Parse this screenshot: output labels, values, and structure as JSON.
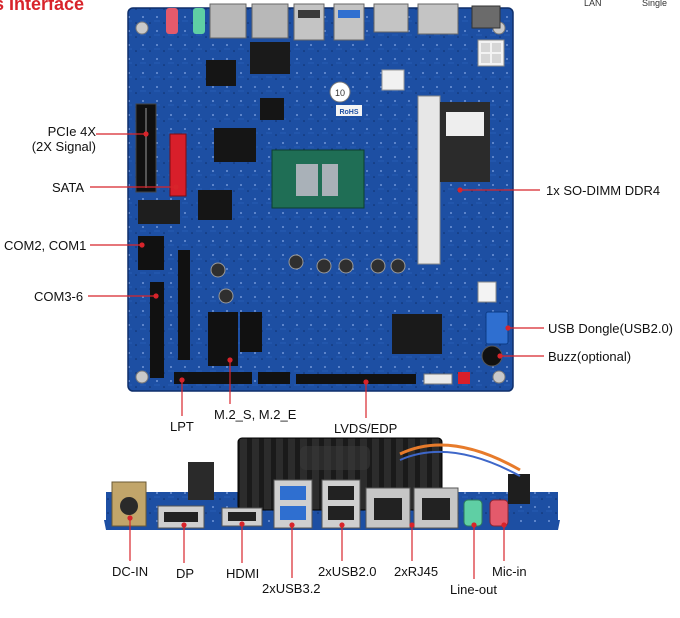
{
  "header": {
    "title": "s Interface",
    "corner_left": "LAN",
    "corner_right": "Single"
  },
  "colors": {
    "accent": "#d8242b",
    "leader_line": "#d8242b",
    "pcb_blue": "#1d4fa3",
    "heatsink": "#1c1c1c"
  },
  "board_top": {
    "badges": [
      "10",
      "RoHS"
    ],
    "labels_left": [
      {
        "id": "pcie",
        "lines": [
          "PCIe 4X",
          "(2X Signal)"
        ]
      },
      {
        "id": "sata",
        "lines": [
          "SATA"
        ]
      },
      {
        "id": "com21",
        "lines": [
          "COM2, COM1"
        ]
      },
      {
        "id": "com36",
        "lines": [
          "COM3-6"
        ]
      }
    ],
    "labels_right": [
      {
        "id": "sodimm",
        "text": "1x SO-DIMM DDR4"
      },
      {
        "id": "usbdongle",
        "text": "USB Dongle(USB2.0)"
      },
      {
        "id": "buzz",
        "text": "Buzz(optional)"
      }
    ],
    "labels_bottom": [
      {
        "id": "lpt",
        "text": "LPT"
      },
      {
        "id": "m2",
        "text": "M.2_S, M.2_E"
      },
      {
        "id": "lvds",
        "text": "LVDS/EDP"
      }
    ]
  },
  "board_io": {
    "labels": [
      {
        "id": "dcin",
        "text": "DC-IN"
      },
      {
        "id": "dp",
        "text": "DP"
      },
      {
        "id": "hdmi",
        "text": "HDMI"
      },
      {
        "id": "usb32",
        "text": "2xUSB3.2"
      },
      {
        "id": "usb20",
        "text": "2xUSB2.0"
      },
      {
        "id": "rj45",
        "text": "2xRJ45"
      },
      {
        "id": "lineout",
        "text": "Line-out"
      },
      {
        "id": "micin",
        "text": "Mic-in"
      }
    ]
  }
}
